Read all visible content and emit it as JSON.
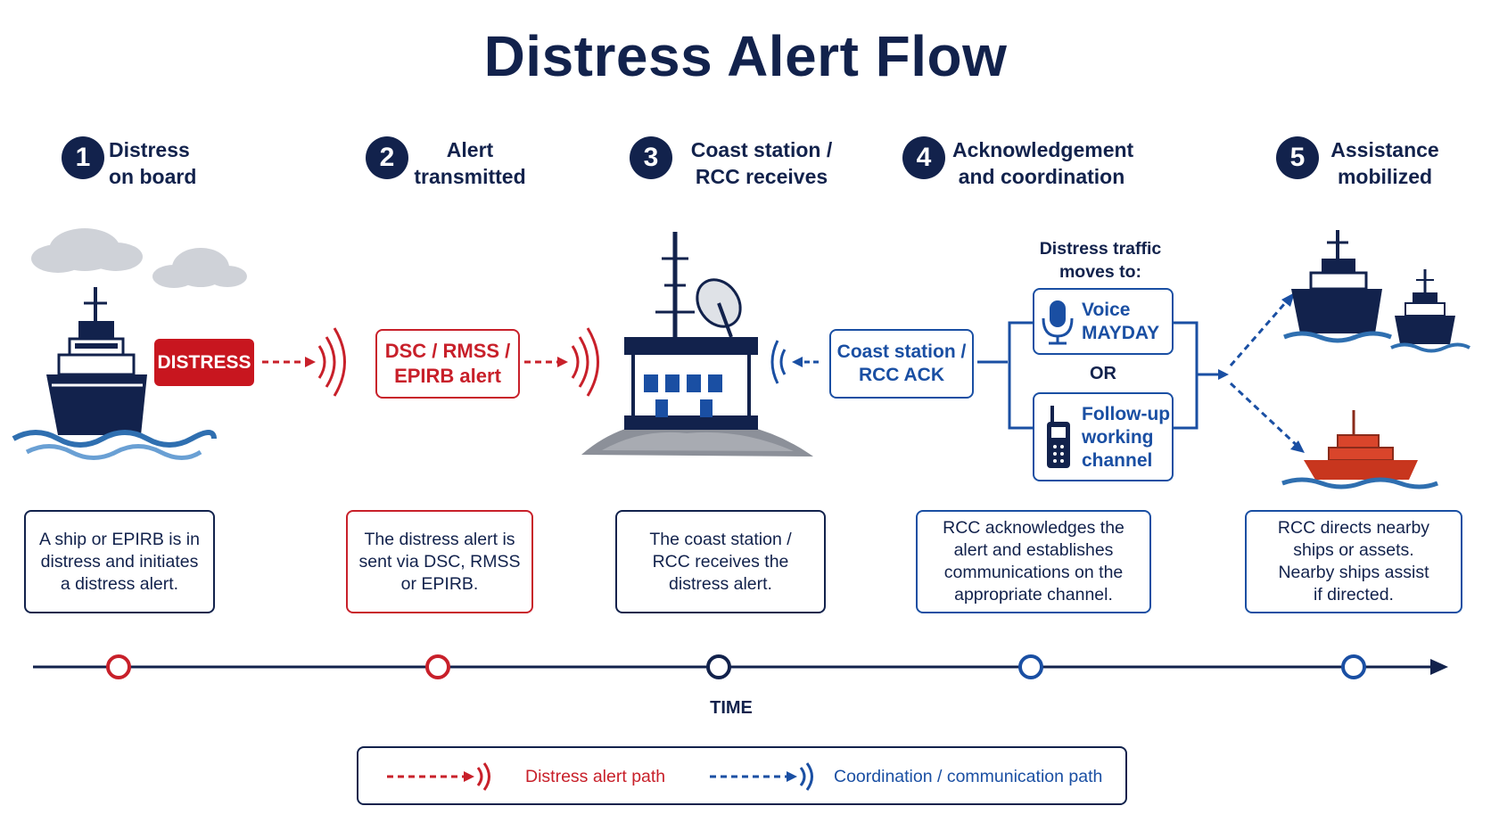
{
  "title": "Distress Alert Flow",
  "steps": [
    {
      "number": "1",
      "label_line1": "Distress",
      "label_line2": "on board",
      "description": [
        "A ship or EPIRB is in",
        "distress and initiates",
        "a distress alert."
      ]
    },
    {
      "number": "2",
      "label_line1": "Alert",
      "label_line2": "transmitted",
      "description": [
        "The distress alert is",
        "sent via DSC, RMSS",
        "or EPIRB."
      ]
    },
    {
      "number": "3",
      "label_line1": "Coast station /",
      "label_line2": "RCC receives",
      "description": [
        "The coast station /",
        "RCC receives the",
        "distress alert."
      ]
    },
    {
      "number": "4",
      "label_line1": "Acknowledgement",
      "label_line2": "and coordination",
      "description": [
        "RCC acknowledges the",
        "alert and establishes",
        "communications on the",
        "appropriate channel."
      ]
    },
    {
      "number": "5",
      "label_line1": "Assistance",
      "label_line2": "mobilized",
      "description": [
        "RCC directs nearby",
        "ships or assets.",
        "Nearby ships assist",
        "if directed."
      ]
    }
  ],
  "distress_tag": "DISTRESS",
  "alert_box": {
    "line1": "DSC / RMSS /",
    "line2": "EPIRB alert"
  },
  "ack_box": {
    "line1": "Coast station /",
    "line2": "RCC ACK"
  },
  "traffic": {
    "heading_line1": "Distress traffic",
    "heading_line2": "moves to:",
    "voice_line1": "Voice",
    "voice_line2": "MAYDAY",
    "or_label": "OR",
    "followup_line1": "Follow-up",
    "followup_line2": "working",
    "followup_line3": "channel"
  },
  "timeline": {
    "label": "TIME"
  },
  "legend": {
    "distress_path": "Distress alert path",
    "coordination_path": "Coordination / communication path"
  },
  "colors": {
    "navy": "#12224c",
    "red": "#c8202a",
    "blue": "#1a4fa3"
  }
}
